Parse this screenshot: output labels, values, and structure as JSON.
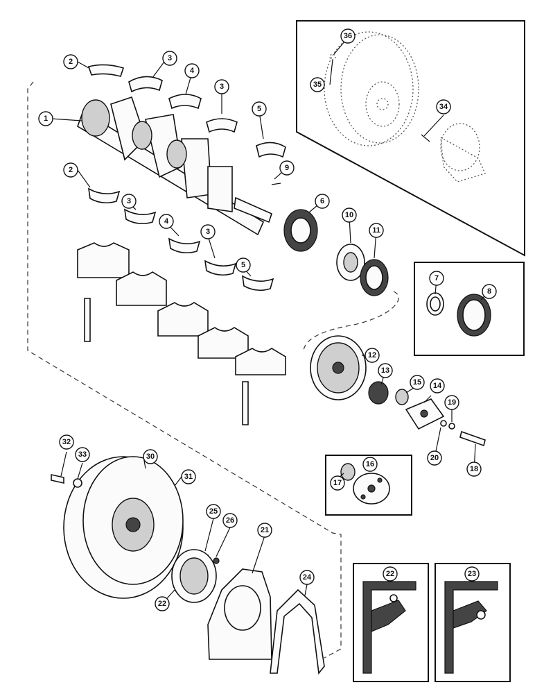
{
  "diagram": {
    "callouts": [
      {
        "id": "c1",
        "label": "1"
      },
      {
        "id": "c2a",
        "label": "2"
      },
      {
        "id": "c2b",
        "label": "2"
      },
      {
        "id": "c3a",
        "label": "3"
      },
      {
        "id": "c3b",
        "label": "3"
      },
      {
        "id": "c3c",
        "label": "3"
      },
      {
        "id": "c3d",
        "label": "3"
      },
      {
        "id": "c4a",
        "label": "4"
      },
      {
        "id": "c4b",
        "label": "4"
      },
      {
        "id": "c5a",
        "label": "5"
      },
      {
        "id": "c5b",
        "label": "5"
      },
      {
        "id": "c6",
        "label": "6"
      },
      {
        "id": "c7",
        "label": "7"
      },
      {
        "id": "c8",
        "label": "8"
      },
      {
        "id": "c9",
        "label": "9"
      },
      {
        "id": "c10",
        "label": "10"
      },
      {
        "id": "c11",
        "label": "11"
      },
      {
        "id": "c12",
        "label": "12"
      },
      {
        "id": "c13",
        "label": "13"
      },
      {
        "id": "c14",
        "label": "14"
      },
      {
        "id": "c15",
        "label": "15"
      },
      {
        "id": "c16",
        "label": "16"
      },
      {
        "id": "c17",
        "label": "17"
      },
      {
        "id": "c18",
        "label": "18"
      },
      {
        "id": "c19",
        "label": "19"
      },
      {
        "id": "c20",
        "label": "20"
      },
      {
        "id": "c21",
        "label": "21"
      },
      {
        "id": "c22a",
        "label": "22"
      },
      {
        "id": "c22b",
        "label": "22"
      },
      {
        "id": "c23",
        "label": "23"
      },
      {
        "id": "c24",
        "label": "24"
      },
      {
        "id": "c25",
        "label": "25"
      },
      {
        "id": "c26",
        "label": "26"
      },
      {
        "id": "c30",
        "label": "30"
      },
      {
        "id": "c31",
        "label": "31"
      },
      {
        "id": "c32",
        "label": "32"
      },
      {
        "id": "c33",
        "label": "33"
      },
      {
        "id": "c34",
        "label": "34"
      },
      {
        "id": "c35",
        "label": "35"
      },
      {
        "id": "c36",
        "label": "36"
      }
    ]
  }
}
